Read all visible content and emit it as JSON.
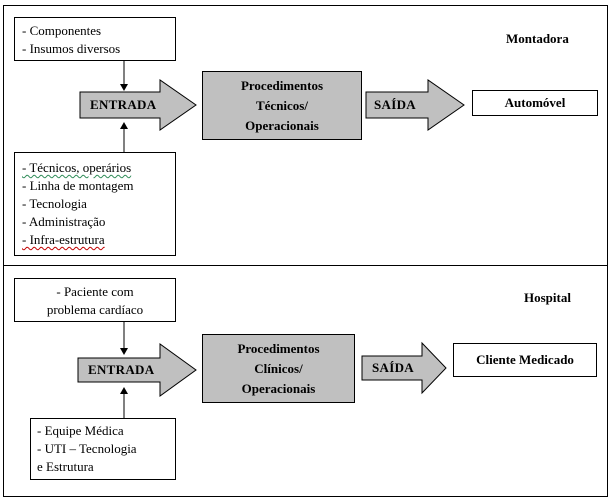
{
  "montadora": {
    "label": "Montadora",
    "inputs_top": [
      "- Componentes",
      "- Insumos diversos"
    ],
    "entrada": "ENTRADA",
    "process": [
      "Procedimentos",
      "Técnicos/",
      "Operacionais"
    ],
    "saida": "SAÍDA",
    "output": "Automóvel",
    "inputs_bottom": [
      "- Técnicos, operários",
      "- Linha de montagem",
      "- Tecnologia",
      "- Administração",
      "- Infra-estrutura"
    ]
  },
  "hospital": {
    "label": "Hospital",
    "inputs_top": [
      "- Paciente com",
      "problema cardíaco"
    ],
    "entrada": "ENTRADA",
    "process": [
      "Procedimentos",
      "Clínicos/",
      "Operacionais"
    ],
    "saida": "SAÍDA",
    "output": "Cliente Medicado",
    "inputs_bottom": [
      "- Equipe Médica",
      "- UTI – Tecnologia",
      "e Estrutura"
    ]
  },
  "colors": {
    "arrow_fill": "#c0c0c0",
    "process_fill": "#c0c0c0",
    "stroke": "#000000"
  }
}
